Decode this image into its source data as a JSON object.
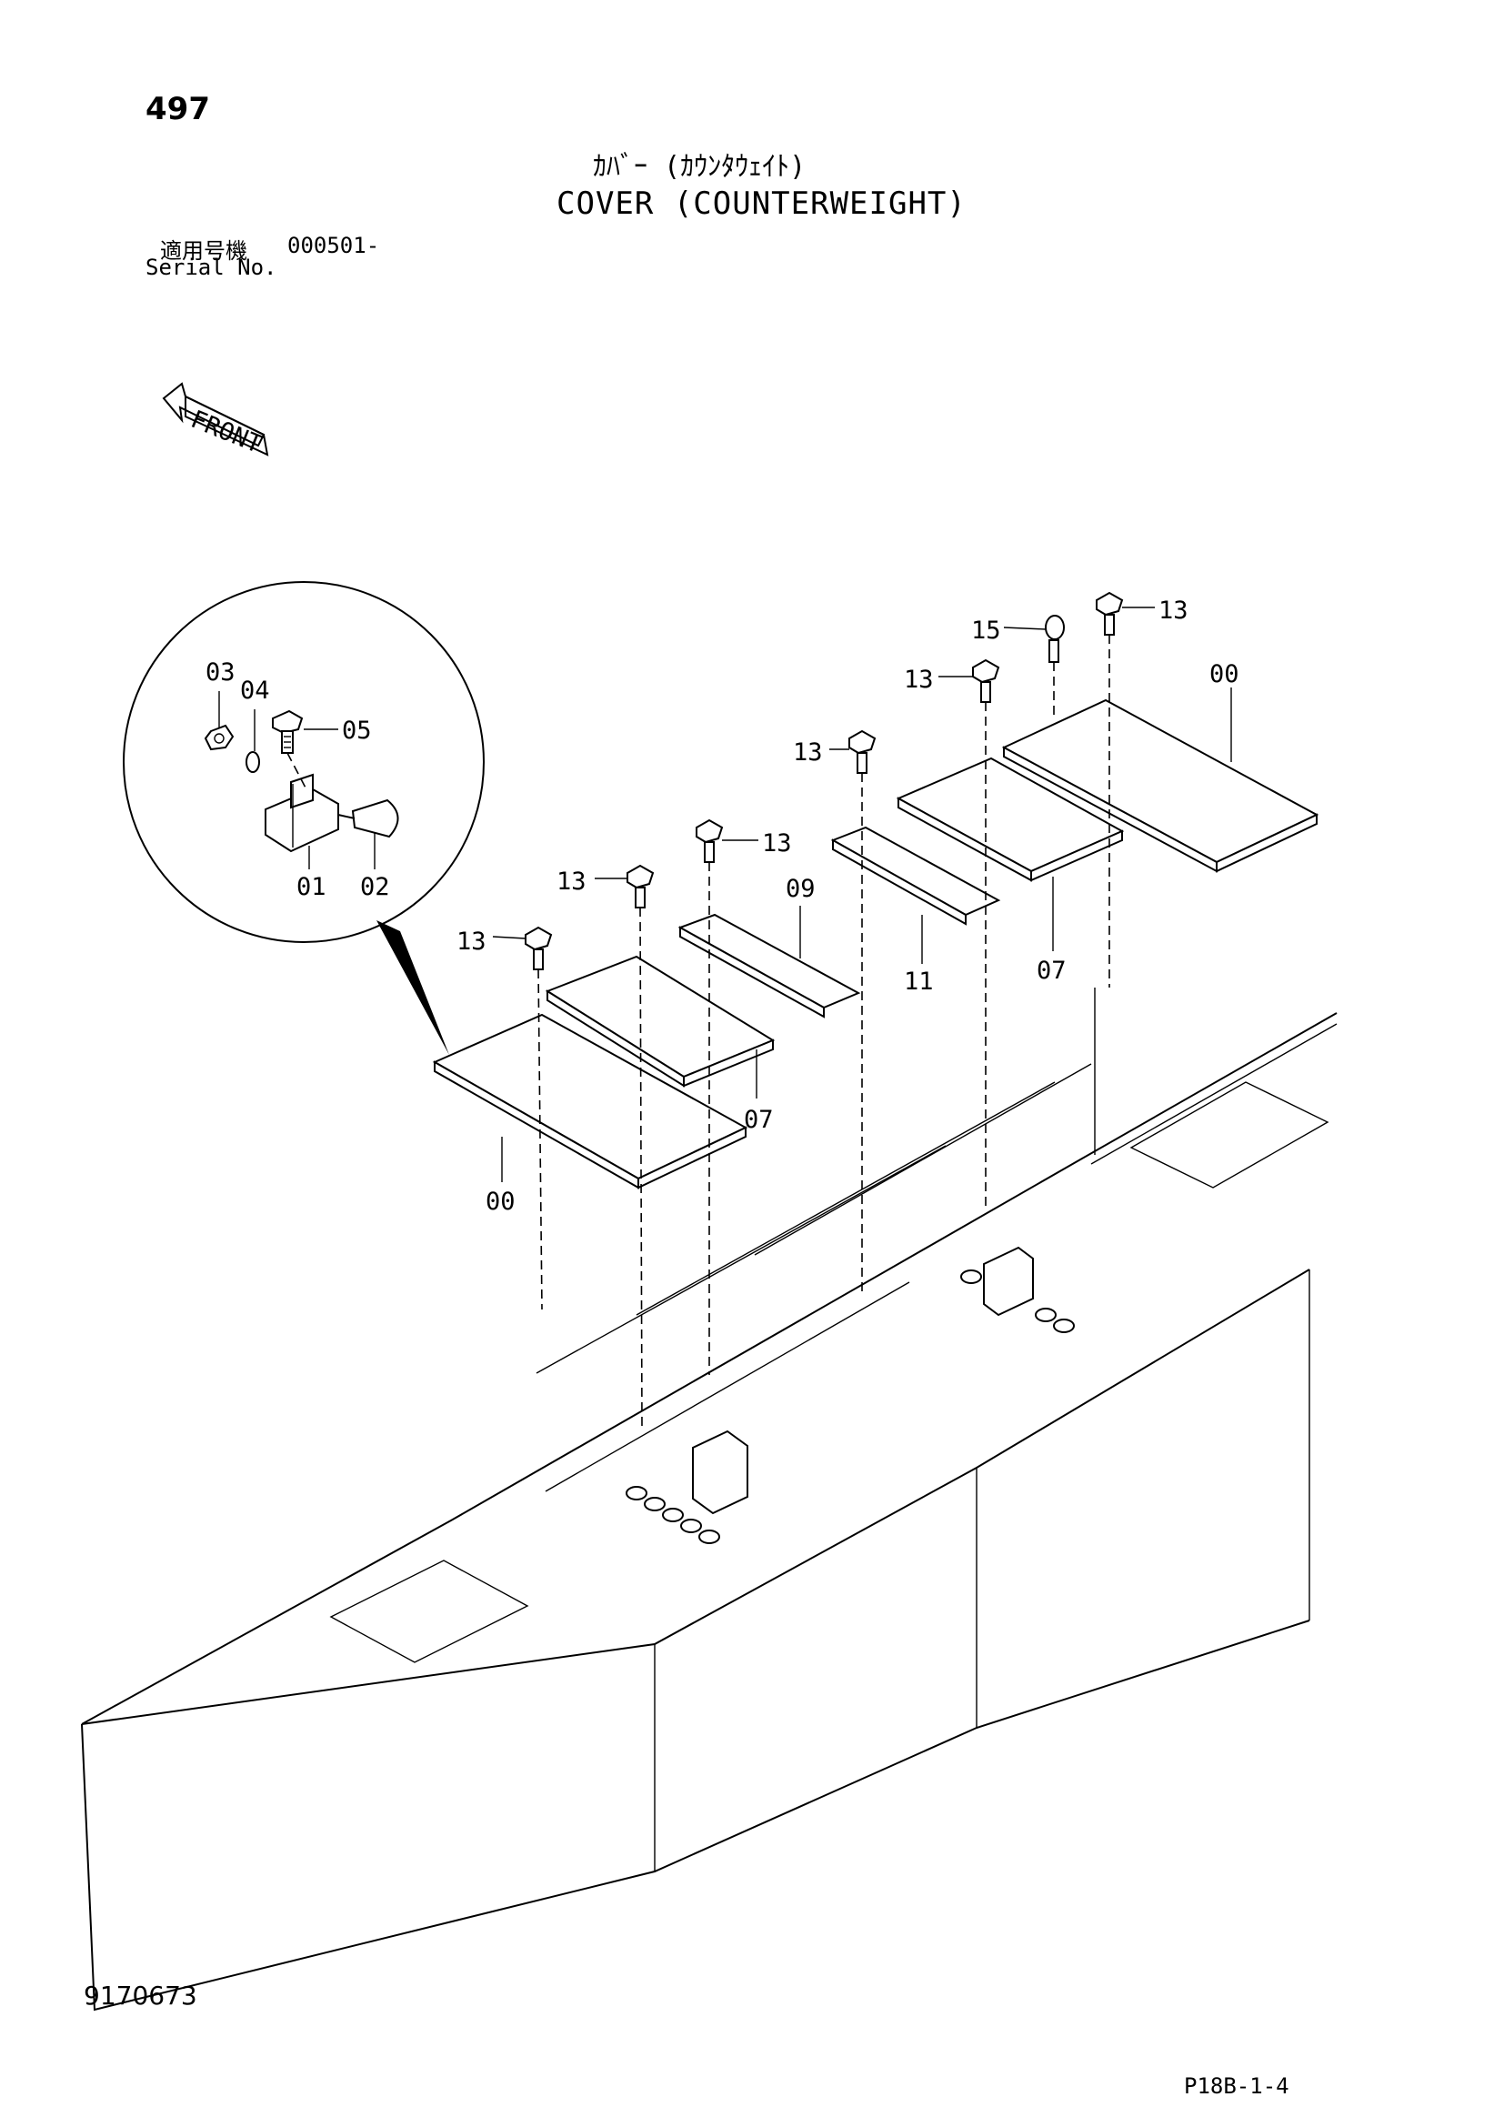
{
  "header": {
    "page_number": "497",
    "title_jp": "ｶﾊﾞｰ (ｶｳﾝﾀｳｪｲﾄ)",
    "title_en": "COVER (COUNTERWEIGHT)",
    "serial_label_jp": "適用号機",
    "serial_value": "000501-",
    "serial_label_en": "Serial No."
  },
  "front_indicator": {
    "label": "FRONT",
    "icon": "front-arrow-icon"
  },
  "callouts": [
    "03",
    "04",
    "05",
    "01",
    "02",
    "13",
    "13",
    "13",
    "13",
    "13",
    "13",
    "15",
    "00",
    "00",
    "07",
    "07",
    "09",
    "11"
  ],
  "footer": {
    "doc_number": "9170673",
    "sheet_code": "P18B-1-4"
  }
}
